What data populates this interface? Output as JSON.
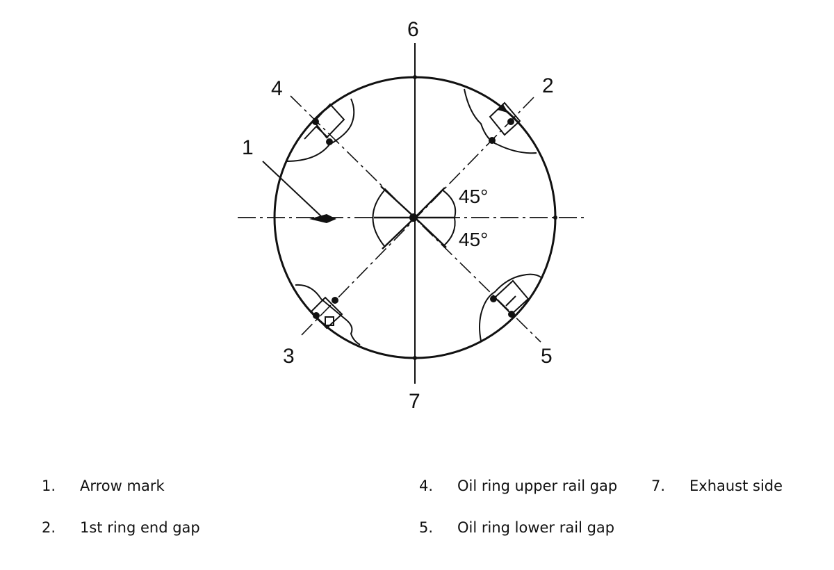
{
  "callouts": {
    "n1": "1",
    "n2": "2",
    "n3": "3",
    "n4": "4",
    "n5": "5",
    "n6": "6",
    "n7": "7"
  },
  "angles": {
    "upper": "45°",
    "lower": "45°"
  },
  "legend": [
    {
      "num": "1.",
      "text": "Arrow mark"
    },
    {
      "num": "2.",
      "text": "1st ring end gap"
    },
    {
      "num": "4.",
      "text": "Oil ring upper rail gap"
    },
    {
      "num": "5.",
      "text": "Oil ring lower rail gap"
    },
    {
      "num": "7.",
      "text": "Exhaust side"
    }
  ]
}
